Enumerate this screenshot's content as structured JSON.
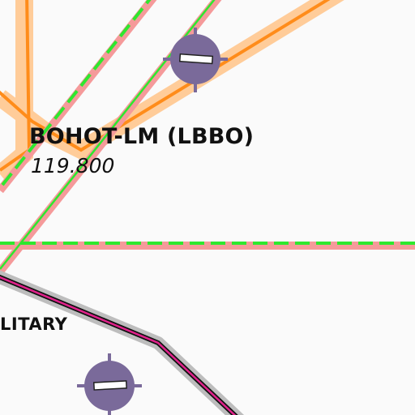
{
  "map": {
    "navaid": {
      "name": "BOHOT-LM (LBBO)",
      "frequency": "119.800",
      "symbol_icon": "locator-beacon-icon"
    },
    "area_label": "LITARY",
    "colors": {
      "background": "#fafafa",
      "route_orange": "#ff8c1a",
      "route_orange_halo": "#ffcc99",
      "airway_pink": "#f59a9a",
      "airway_green_dash": "#2ee82e",
      "boundary_gray": "#bdbdbd",
      "boundary_magenta": "#e0218a",
      "navaid_purple": "#7a6a9a"
    }
  }
}
